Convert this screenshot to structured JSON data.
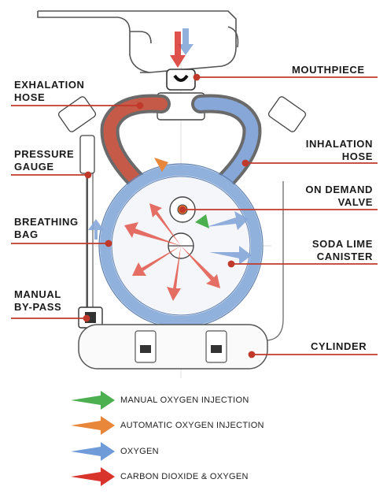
{
  "labels": {
    "mouthpiece": "MOUTHPIECE",
    "exhalation_hose": "EXHALATION\nHOSE",
    "inhalation_hose": "INHALATION\nHOSE",
    "pressure_gauge": "PRESSURE\nGAUGE",
    "on_demand_valve": "ON DEMAND\nVALVE",
    "breathing_bag": "BREATHING\nBAG",
    "soda_lime_canister": "SODA LIME\nCANISTER",
    "manual_bypass": "MANUAL\nBY-PASS",
    "cylinder": "CYLINDER"
  },
  "legend": [
    {
      "label": "MANUAL OXYGEN INJECTION",
      "color": "#4caf50"
    },
    {
      "label": "AUTOMATIC OXYGEN INJECTION",
      "color": "#e8863a"
    },
    {
      "label": "OXYGEN",
      "color": "#6f9bd8"
    },
    {
      "label": "CARBON DIOXIDE & OXYGEN",
      "color": "#d9342b"
    }
  ],
  "colors": {
    "callout_line": "#c0392b",
    "canister_ring": "#8fb1dc",
    "device_line": "#6b6b6b"
  }
}
